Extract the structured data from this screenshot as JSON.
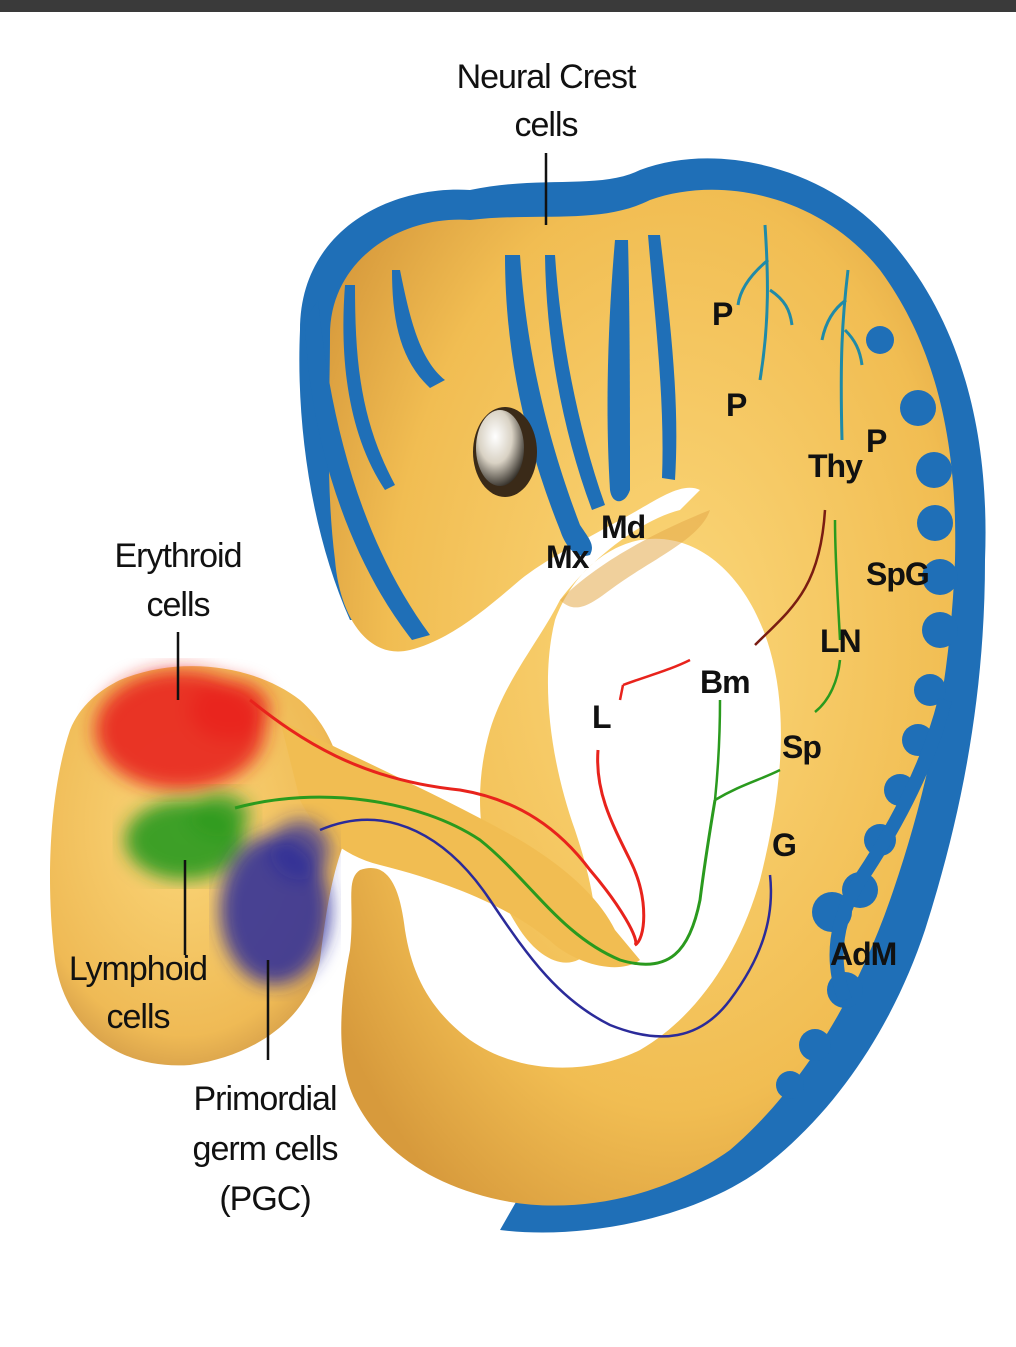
{
  "figure": {
    "colors": {
      "neural_crest": "#1f6fb7",
      "embryo_body": "#f4c45a",
      "erythroid": "#e8231c",
      "lymphoid": "#2a9a1e",
      "pgc": "#2b2b9a",
      "bone_marrow_path": "#7a1d12"
    },
    "callouts": {
      "neural_crest": [
        "Neural Crest",
        "cells"
      ],
      "erythroid": [
        "Erythroid",
        "cells"
      ],
      "lymphoid": [
        "Lymphoid",
        "cells"
      ],
      "pgc": [
        "Primordial",
        "germ cells",
        "(PGC)"
      ]
    },
    "labels": {
      "p1": "P",
      "p2": "P",
      "p3": "P",
      "thy": "Thy",
      "md": "Md",
      "mx": "Mx",
      "spg": "SpG",
      "ln": "LN",
      "bm": "Bm",
      "l": "L",
      "sp": "Sp",
      "g": "G",
      "adm": "AdM"
    }
  }
}
